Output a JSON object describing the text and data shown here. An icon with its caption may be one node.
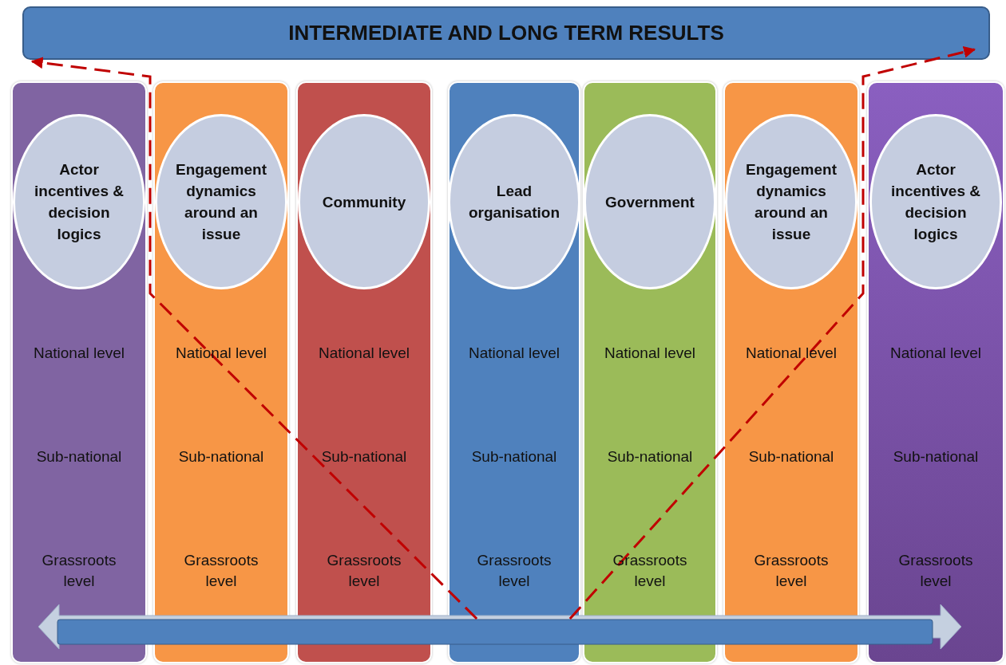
{
  "diagram": {
    "nodes": [
      {
        "text": [
          "INTERMEDIATE AND LONG TERM RESULTS"
        ]
      },
      {
        "text": [
          "National level",
          "Sub-national",
          "Grassroots level"
        ]
      },
      {
        "text": [
          "Actor incentives & decision logics"
        ],
        "in": 1
      },
      {
        "text": [
          "National level",
          "Sub-national",
          "Grassroots level"
        ]
      },
      {
        "text": [
          "Engagement dynamics around an issue"
        ],
        "in": 3
      },
      {
        "text": [
          "National level",
          "Sub-national",
          "Grassroots level"
        ]
      },
      {
        "text": [
          "Community"
        ],
        "in": 5
      },
      {
        "text": [
          "National level",
          "Sub-national",
          "Grassroots level"
        ]
      },
      {
        "text": [
          "Lead organisation"
        ],
        "in": 7
      },
      {
        "text": [
          "National level",
          "Sub-national",
          "Grassroots level"
        ]
      },
      {
        "text": [
          "Government"
        ],
        "in": 9
      },
      {
        "text": [
          "National level",
          "Sub-national",
          "Grassroots level"
        ]
      },
      {
        "text": [
          "Engagement dynamics around an issue"
        ],
        "in": 11
      },
      {
        "text": [
          "National level",
          "Sub-national",
          "Grassroots level"
        ]
      },
      {
        "text": [
          "Actor incentives & decision logics"
        ],
        "in": 13
      },
      {
        "text": [],
        "shape": "bar"
      }
    ],
    "edges": [
      {
        "from": 15,
        "to": 0,
        "arrow": "to",
        "style": "dashed",
        "color": "#c00000"
      },
      {
        "from": 15,
        "to": 0,
        "arrow": "to",
        "style": "dashed",
        "color": "#c00000"
      }
    ]
  }
}
